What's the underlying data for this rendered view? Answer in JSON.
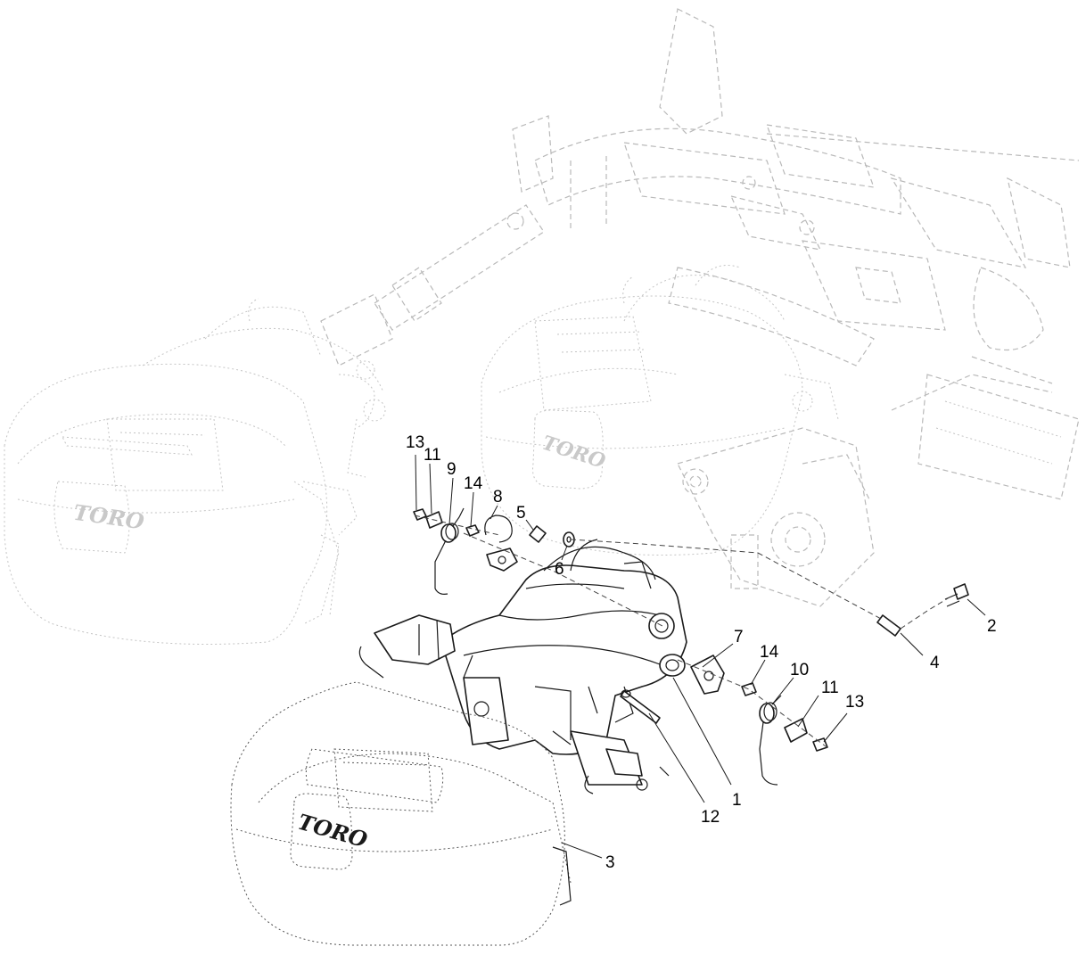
{
  "brand_logo": "TORO",
  "callouts": [
    {
      "label": "1"
    },
    {
      "label": "2"
    },
    {
      "label": "3"
    },
    {
      "label": "4"
    },
    {
      "label": "5"
    },
    {
      "label": "6"
    },
    {
      "label": "7"
    },
    {
      "label": "8"
    },
    {
      "label": "9"
    },
    {
      "label": "10"
    },
    {
      "label": "11"
    },
    {
      "label": "11"
    },
    {
      "label": "12"
    },
    {
      "label": "13"
    },
    {
      "label": "13"
    },
    {
      "label": "14"
    },
    {
      "label": "14"
    }
  ],
  "colors": {
    "line": "#1a1a1a",
    "ghost": "#b9b9b9",
    "background": "#ffffff"
  }
}
